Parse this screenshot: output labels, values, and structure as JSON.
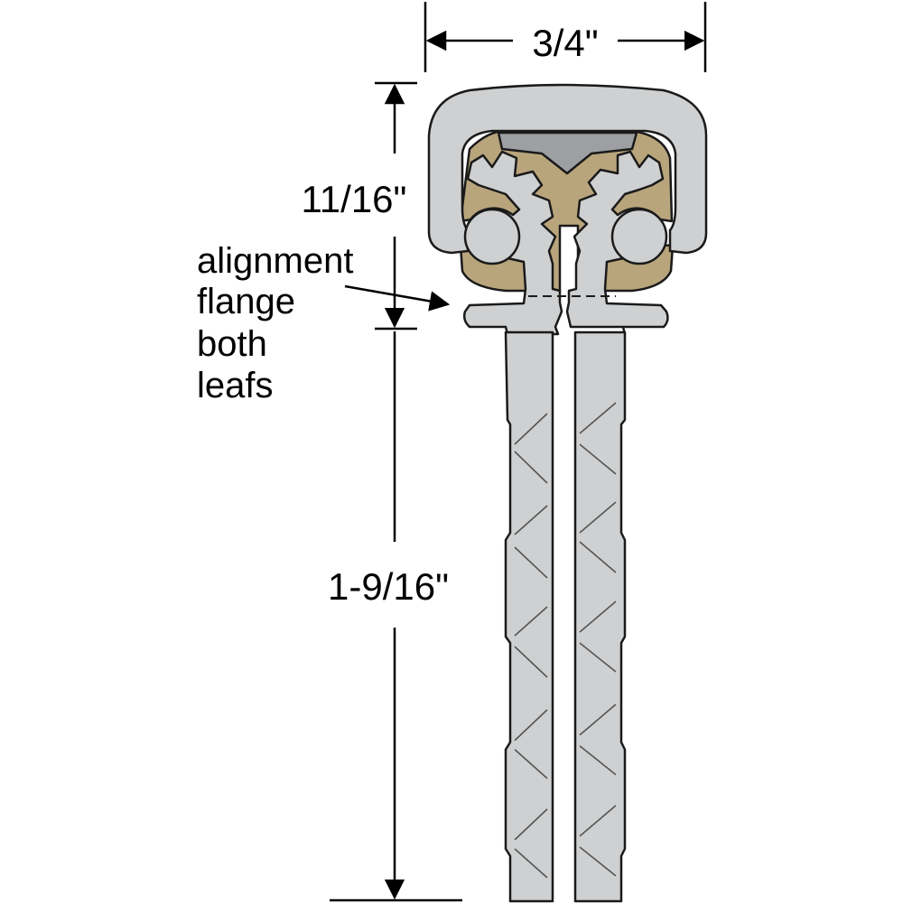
{
  "dimensions": {
    "width_label": "3/4\"",
    "cap_height_label": "11/16\"",
    "leaf_length_label": "1-9/16\""
  },
  "callout": {
    "lines": [
      "alignment",
      "flange",
      "both",
      "leafs"
    ]
  },
  "colors": {
    "outline": "#1a1a1a",
    "aluminum": "#cfd0d1",
    "aluminum_dark": "#9d9fa2",
    "bearing": "#b9a57c",
    "dimension_line": "#000000"
  }
}
